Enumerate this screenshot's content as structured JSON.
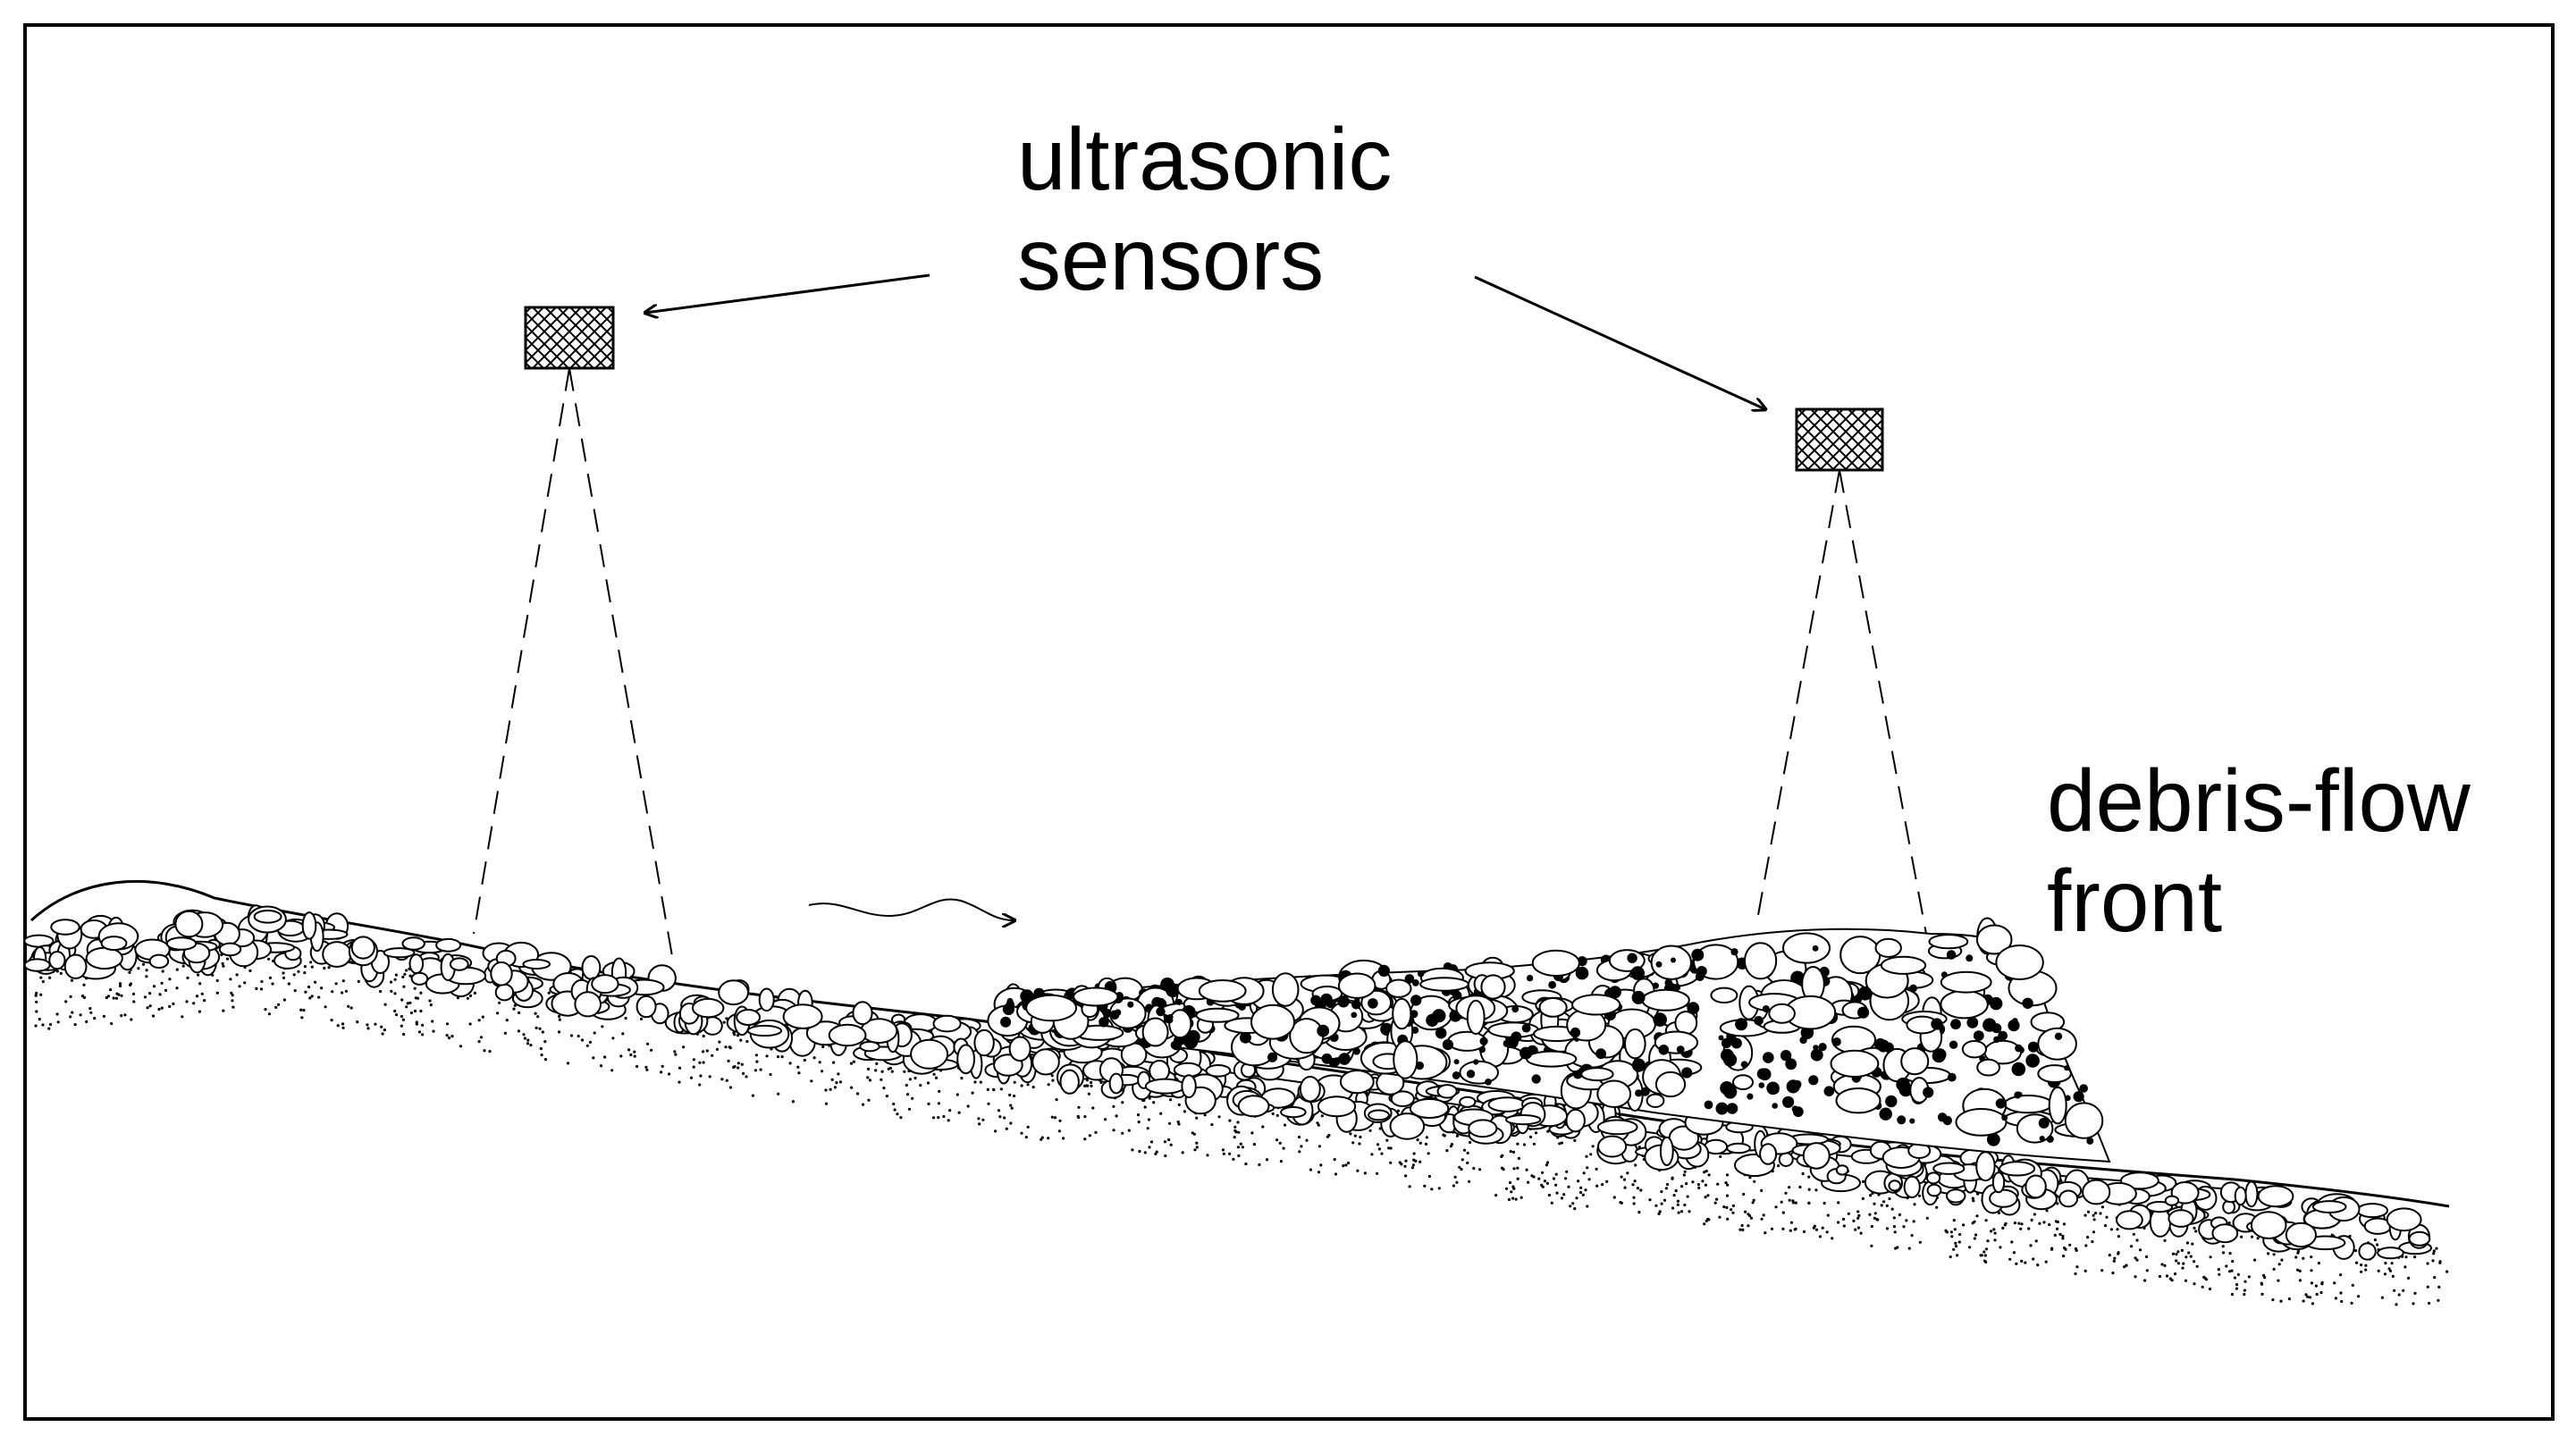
{
  "labels": {
    "sensors_line1": "ultrasonic",
    "sensors_line2": "sensors",
    "front_line1": "debris-flow",
    "front_line2": "front"
  },
  "colors": {
    "ink": "#000000",
    "background": "#ffffff"
  },
  "icons": {
    "sensor": "crosshatched-box",
    "flow_direction": "wavy-arrow"
  }
}
